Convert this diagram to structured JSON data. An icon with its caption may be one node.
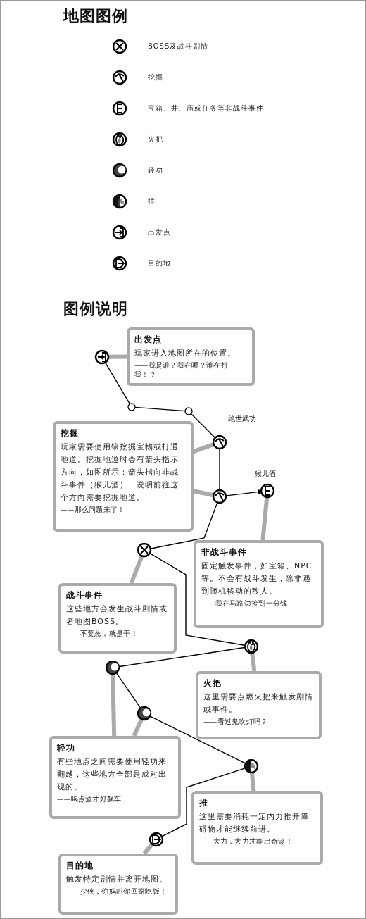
{
  "diagram": {
    "title": "地图图例",
    "nodes": [
      {
        "text": [],
        "shape": "circle"
      },
      {
        "text": [],
        "shape": "circle"
      },
      {
        "text": [],
        "shape": "circle"
      },
      {
        "text": [],
        "shape": "circle",
        "beside": [
          "绝世武功"
        ]
      },
      {
        "text": [],
        "shape": "circle"
      },
      {
        "text": [],
        "shape": "circle",
        "beside": [
          "猴儿酒"
        ]
      },
      {
        "text": [],
        "shape": "circle"
      },
      {
        "text": [],
        "shape": "circle"
      },
      {
        "text": [],
        "shape": "circle"
      },
      {
        "text": [],
        "shape": "circle"
      },
      {
        "text": [],
        "shape": "circle"
      },
      {
        "text": [],
        "shape": "circle"
      },
      {
        "text": [
          "出发点",
          "玩家进入地图所在的位置。",
          "——我是谁？我在哪？谁在打我！？"
        ]
      },
      {
        "text": [
          "挖掘",
          "玩家需要使用镐挖掘宝物或打通地道。挖掘地道时会有箭头指示方向，如图所示：箭头指向非战斗事件（猴儿酒），说明前往这个方向需要挖掘地道。",
          "——那么问题来了！"
        ]
      },
      {
        "text": [
          "非战斗事件",
          "固定触发事件，如宝箱、NPC等。不会有战斗发生，除非遇到随机移动的敌人。",
          "——我在马路边捡到一分钱"
        ]
      },
      {
        "text": [
          "战斗事件",
          "这些地方会发生战斗剧情或者地图BOSS。",
          "——不要怂，就是干！"
        ]
      },
      {
        "text": [
          "火把",
          "这里需要点燃火把来触发剧情或事件。",
          "——看过鬼吹灯吗？"
        ]
      },
      {
        "text": [
          "轻功",
          "有些地点之间需要使用轻功来翻越，这些地方全部是成对出现的。",
          "——喝点酒才好飙车"
        ]
      },
      {
        "text": [
          "推",
          "这里需要消耗一定内力推开障碍物才能继续前进。",
          "——大力，大力才能出奇迹！"
        ]
      },
      {
        "text": [
          "目的地",
          "触发特定剧情并离开地图。",
          "——少侠，你妈叫你回家吃饭！"
        ]
      }
    ],
    "edges": [
      {
        "from": 0,
        "to": 1,
        "arrow": "none"
      },
      {
        "from": 1,
        "to": 2,
        "arrow": "none"
      },
      {
        "from": 2,
        "to": 3,
        "arrow": "none"
      },
      {
        "from": 3,
        "to": 4,
        "arrow": "none"
      },
      {
        "from": 4,
        "to": 5,
        "arrow": "to"
      },
      {
        "from": 4,
        "to": 6,
        "arrow": "none"
      },
      {
        "from": 6,
        "to": 7,
        "arrow": "none"
      },
      {
        "from": 7,
        "to": 8,
        "arrow": "none"
      },
      {
        "from": 8,
        "to": 9,
        "arrow": "none"
      },
      {
        "from": 9,
        "to": 10,
        "arrow": "none"
      },
      {
        "from": 10,
        "to": 11,
        "arrow": "none"
      },
      {
        "from": 12,
        "to": 0,
        "arrow": "none",
        "style": "thick",
        "color": "#aaaaaa"
      },
      {
        "from": 13,
        "to": 3,
        "arrow": "none",
        "style": "thick",
        "color": "#aaaaaa"
      },
      {
        "from": 13,
        "to": 4,
        "arrow": "none",
        "style": "thick",
        "color": "#aaaaaa"
      },
      {
        "from": 14,
        "to": 5,
        "arrow": "none",
        "style": "thick",
        "color": "#aaaaaa"
      },
      {
        "from": 15,
        "to": 6,
        "arrow": "none",
        "style": "thick",
        "color": "#aaaaaa"
      },
      {
        "from": 16,
        "to": 7,
        "arrow": "none",
        "style": "thick",
        "color": "#aaaaaa"
      },
      {
        "from": 17,
        "to": 8,
        "arrow": "none",
        "style": "thick",
        "color": "#aaaaaa"
      },
      {
        "from": 17,
        "to": 9,
        "arrow": "none",
        "style": "thick",
        "color": "#aaaaaa"
      },
      {
        "from": 18,
        "to": 10,
        "arrow": "none",
        "style": "thick",
        "color": "#aaaaaa"
      },
      {
        "from": 19,
        "to": 11,
        "arrow": "none",
        "style": "thick",
        "color": "#aaaaaa"
      }
    ],
    "labels": [
      "图例说明"
    ],
    "legend": [
      {
        "text": "BOSS及战斗剧情"
      },
      {
        "text": "挖掘"
      },
      {
        "text": "宝箱、井、庙或任务等非战斗事件"
      },
      {
        "text": "火把"
      },
      {
        "text": "轻功"
      },
      {
        "text": "推"
      },
      {
        "text": "出发点"
      },
      {
        "text": "目的地"
      }
    ]
  }
}
